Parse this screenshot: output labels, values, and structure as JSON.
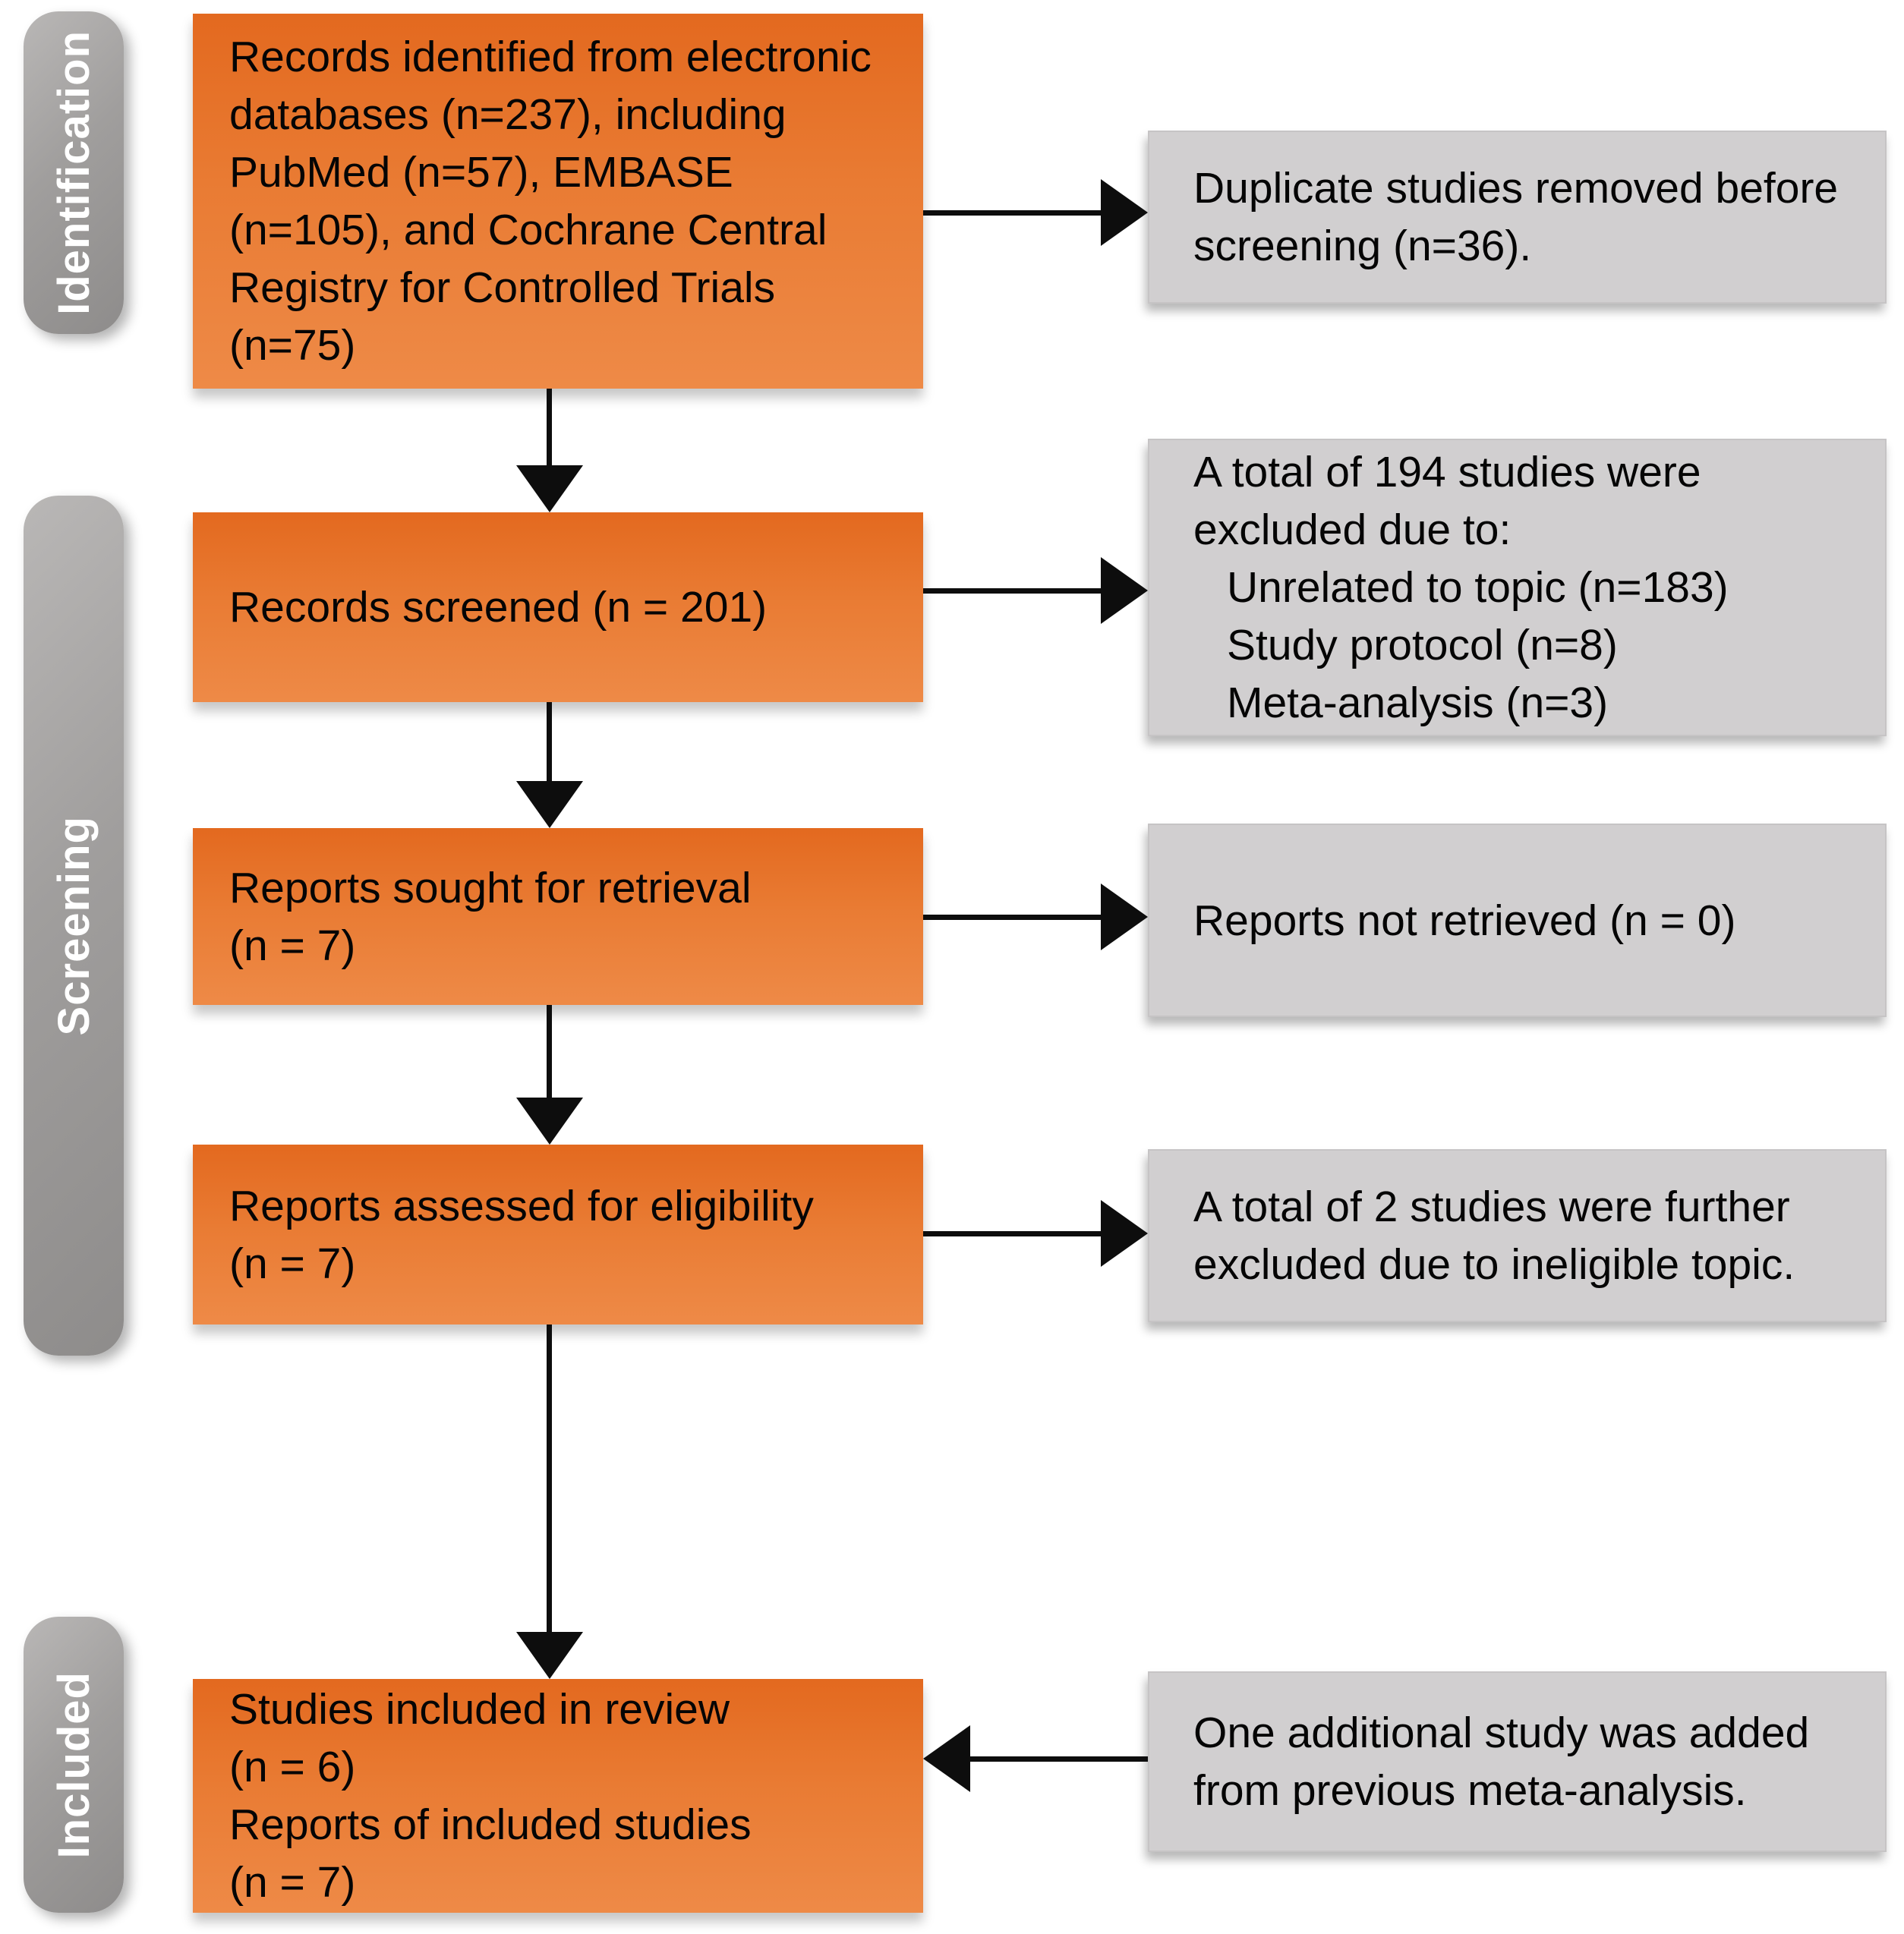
{
  "colors": {
    "flow_box_orange_top": "#e3691f",
    "flow_box_orange_bottom": "#ee8a47",
    "side_box_gray": "#d1cfd0",
    "stage_label_gray": "#9b9998",
    "stage_label_text": "#ffffff",
    "arrow_black": "#0d0d0d",
    "box_text": "#050505",
    "background": "#ffffff"
  },
  "stages": [
    {
      "label": "Identification"
    },
    {
      "label": "Screening"
    },
    {
      "label": "Included"
    }
  ],
  "flow": [
    {
      "id": "records-identified",
      "lines": [
        "Records identified from electronic",
        "databases (n=237), including",
        "PubMed (n=57), EMBASE",
        "(n=105), and Cochrane Central",
        "Registry for Controlled Trials",
        "(n=75)"
      ]
    },
    {
      "id": "records-screened",
      "lines": [
        "Records screened (n = 201)"
      ]
    },
    {
      "id": "reports-sought",
      "lines": [
        "Reports sought for retrieval",
        "(n = 7)"
      ]
    },
    {
      "id": "reports-assessed",
      "lines": [
        "Reports assessed for eligibility",
        "(n = 7)"
      ]
    },
    {
      "id": "studies-included",
      "lines": [
        "Studies included in review",
        "(n = 6)",
        "Reports of included studies",
        "(n = 7)"
      ]
    }
  ],
  "side": [
    {
      "id": "duplicates-removed",
      "lines": [
        "Duplicate studies removed before",
        "screening (n=36)."
      ]
    },
    {
      "id": "excluded-screening",
      "lines": [
        "A total of 194 studies were",
        "excluded due to:"
      ],
      "sub_lines": [
        "Unrelated to topic (n=183)",
        "Study protocol (n=8)",
        "Meta-analysis (n=3)"
      ]
    },
    {
      "id": "not-retrieved",
      "lines": [
        "Reports not retrieved (n = 0)"
      ]
    },
    {
      "id": "excluded-eligibility",
      "lines": [
        "A total of 2 studies were further",
        "excluded due to ineligible topic."
      ]
    },
    {
      "id": "added-study",
      "lines": [
        "One additional study was added",
        "from previous meta-analysis."
      ]
    }
  ]
}
